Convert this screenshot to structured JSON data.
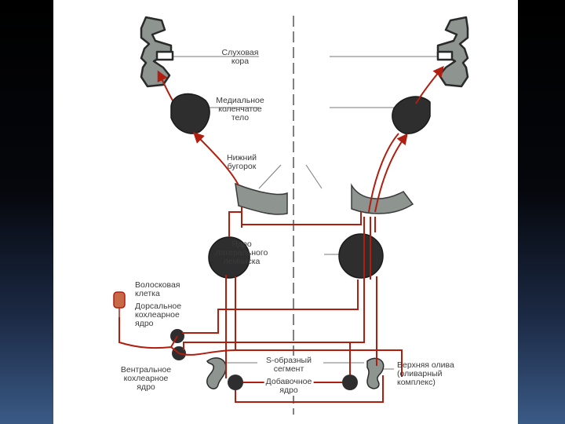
{
  "colors": {
    "pathway": "#b01e10",
    "structure_dark": "#2e2e2e",
    "structure_gray": "#8e9591",
    "leader_line": "#7a7a7a",
    "text": "#3a3a3a"
  },
  "labels": {
    "auditory_cortex": [
      "Слуховая",
      "кора"
    ],
    "medial_geniculate": [
      "Медиальное",
      "коленчатое",
      "тело"
    ],
    "inferior_colliculus": [
      "Нижний",
      "бугорок"
    ],
    "lateral_lemniscus_nucleus": [
      "Ядро",
      "латерального",
      "лемниска"
    ],
    "hair_cell": [
      "Волосковая",
      "клетка"
    ],
    "dorsal_cochlear_nucleus": [
      "Дорсальное",
      "кохлеарное",
      "ядро"
    ],
    "ventral_cochlear_nucleus": [
      "Вентральное",
      "кохлеарное",
      "ядро"
    ],
    "s_segment": [
      "S-образный",
      "сегмент"
    ],
    "accessory_nucleus": [
      "Добавочное",
      "ядро"
    ],
    "superior_olive": [
      "Верхняя олива",
      "(оливарный",
      "комплекс)"
    ]
  }
}
